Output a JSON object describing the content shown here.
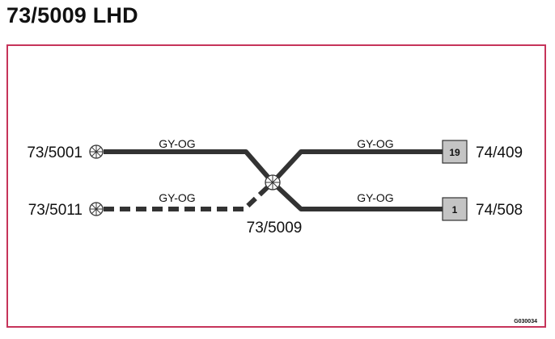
{
  "title": "73/5009 LHD",
  "nodes": {
    "left_top": "73/5001",
    "left_bottom": "73/5011",
    "splice": "73/5009",
    "right_top": "74/409",
    "right_bottom": "74/508"
  },
  "wires": {
    "left_top": "GY-OG",
    "left_bottom": "GY-OG",
    "right_top": "GY-OG",
    "right_bottom": "GY-OG"
  },
  "pins": {
    "right_top": "19",
    "right_bottom": "1"
  },
  "drawing_code": "G030034",
  "colors": {
    "frame": "#c6345a",
    "wire": "#333333",
    "connector_box": "#c4c4c4"
  }
}
